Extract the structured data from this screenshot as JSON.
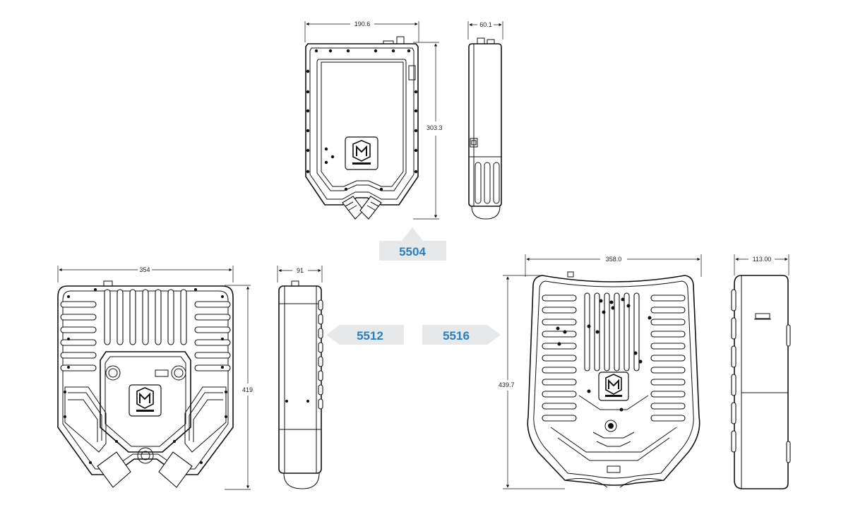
{
  "products": {
    "p5504": {
      "label": "5504",
      "dims": {
        "width": "190.6",
        "depth": "60.1",
        "height": "303.3"
      }
    },
    "p5512": {
      "label": "5512",
      "dims": {
        "width": "354",
        "depth": "91",
        "height": "419"
      }
    },
    "p5516": {
      "label": "5516",
      "dims": {
        "width": "358.0",
        "depth": "113.00",
        "height": "439.7"
      }
    }
  },
  "colors": {
    "label_text": "#2a7fc0",
    "label_bg": "#e6e8ea",
    "line": "#111111"
  },
  "icons": [
    "logo-badge-icon",
    "usb-port-icon",
    "antenna-connector-icon"
  ]
}
